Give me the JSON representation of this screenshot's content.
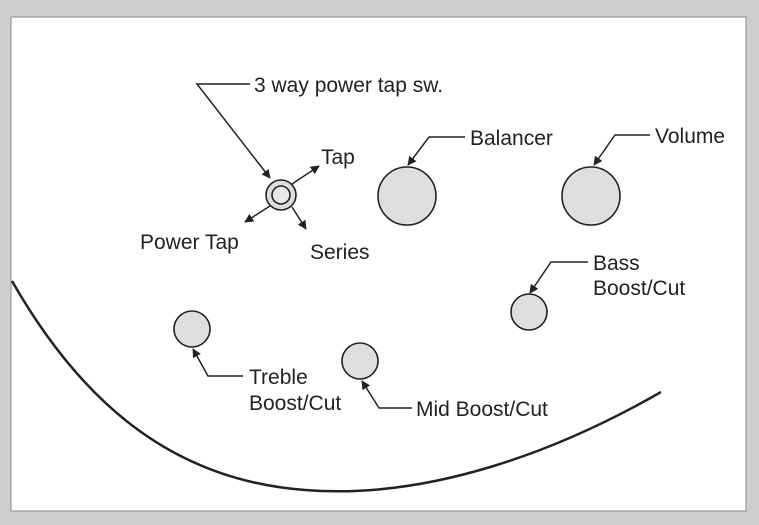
{
  "colors": {
    "frame_background": "#cfcfcf",
    "panel_background": "#ffffff",
    "knob_fill": "#dedede",
    "stroke": "#222222"
  },
  "labels": {
    "switch": "3 way power tap sw.",
    "tap": "Tap",
    "power_tap": "Power Tap",
    "series": "Series",
    "balancer": "Balancer",
    "volume": "Volume",
    "bass_line1": "Bass",
    "bass_line2": "Boost/Cut",
    "treble_line1": "Treble",
    "treble_line2": "Boost/Cut",
    "mid": "Mid Boost/Cut"
  }
}
